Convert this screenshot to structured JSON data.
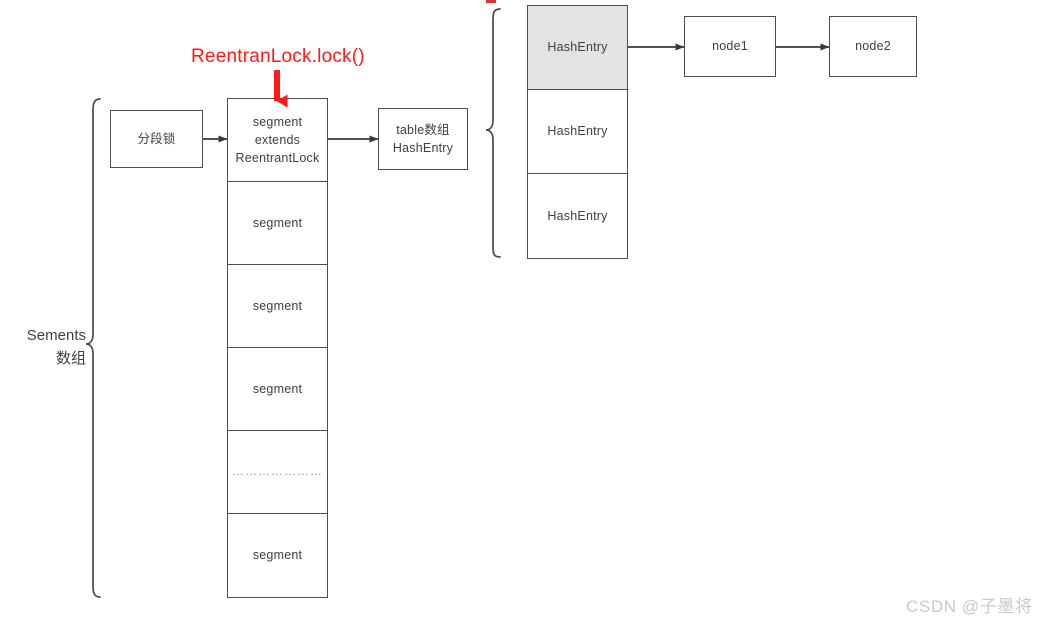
{
  "diagram": {
    "title_annotation": "ReentranLock.lock()",
    "accent_color": "#ff1a1a",
    "box_border_color": "#4d4d4d",
    "highlight_fill": "#e3e3e3",
    "text_color": "#3f3f3f",
    "segments_bracket_label": "Sements\n数组",
    "lock_box": {
      "label": "分段锁"
    },
    "segment_column": {
      "cells": [
        {
          "label": "segment\nextends\nReentrantLock",
          "highlighted": false
        },
        {
          "label": "segment",
          "highlighted": false
        },
        {
          "label": "segment",
          "highlighted": false
        },
        {
          "label": "segment",
          "highlighted": false
        },
        {
          "label": "…………………",
          "highlighted": false
        },
        {
          "label": "segment",
          "highlighted": false
        }
      ]
    },
    "table_box": {
      "label": "table数组\nHashEntry"
    },
    "hash_entry_column": {
      "cells": [
        {
          "label": "HashEntry",
          "highlighted": true
        },
        {
          "label": "HashEntry",
          "highlighted": false
        },
        {
          "label": "HashEntry",
          "highlighted": false
        }
      ]
    },
    "linked_nodes": [
      {
        "label": "node1"
      },
      {
        "label": "node2"
      }
    ],
    "watermark": "CSDN @子墨将"
  }
}
